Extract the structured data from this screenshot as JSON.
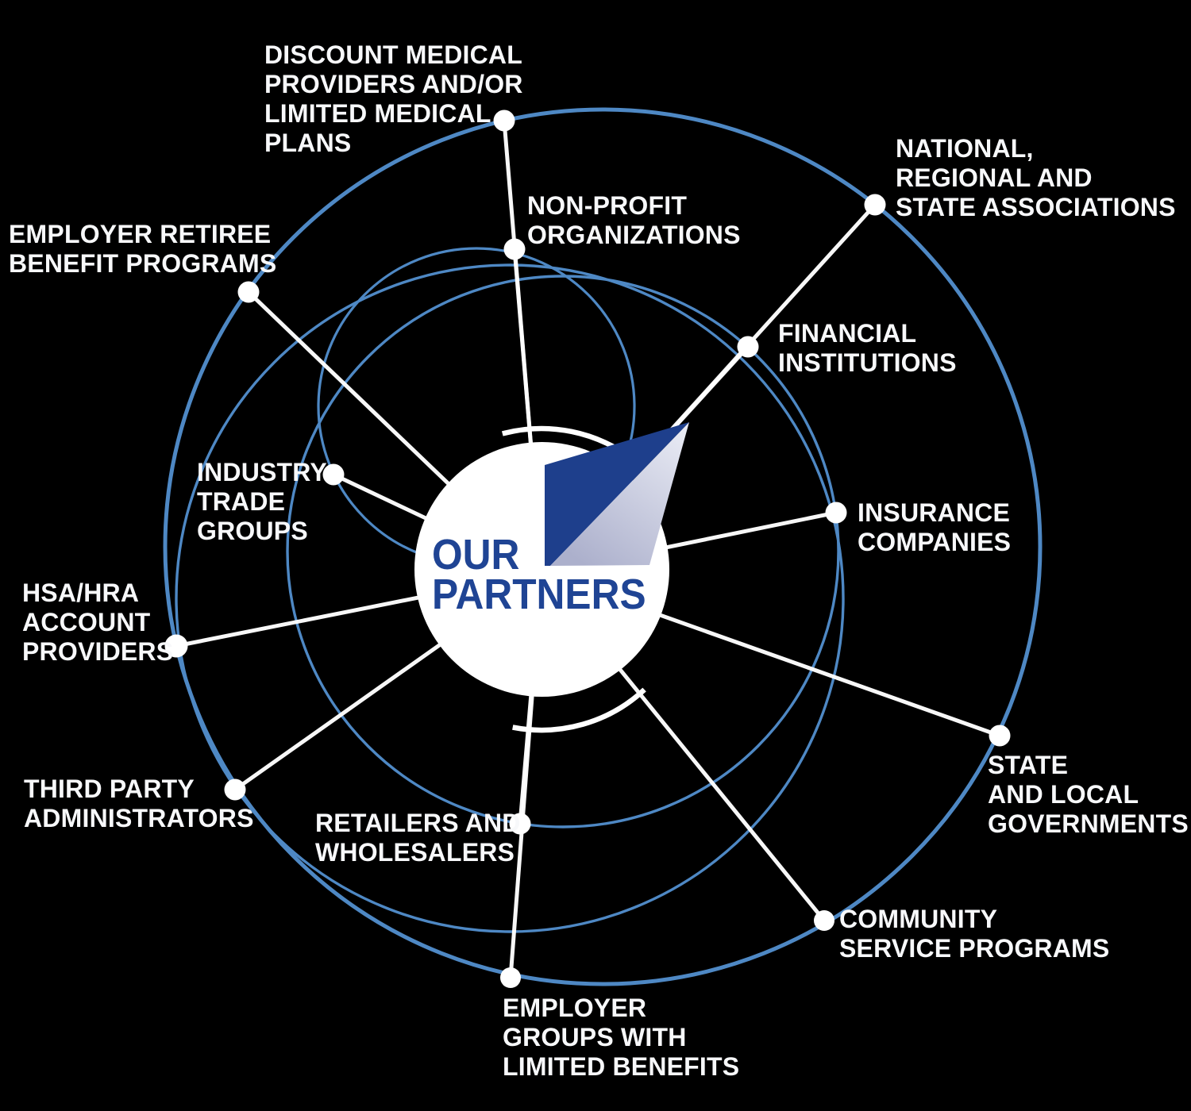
{
  "logo": {
    "title": "OUR\nPARTNERS",
    "icon": "sail-icon"
  },
  "colors": {
    "background": "#000000",
    "orbit_blue": "#4E88C4",
    "navy_sail": "#1E3F8C",
    "navy_text": "#1F4494",
    "label_white": "#F7F8FA",
    "node_white": "#FFFFFF"
  },
  "partners": [
    {
      "id": "discount-medical-providers",
      "label": "DISCOUNT MEDICAL\nPROVIDERS AND/OR\nLIMITED MEDICAL\nPLANS"
    },
    {
      "id": "non-profit-organizations",
      "label": "NON-PROFIT\nORGANIZATIONS"
    },
    {
      "id": "national-regional-state-associations",
      "label": "NATIONAL,\nREGIONAL AND\nSTATE ASSOCIATIONS"
    },
    {
      "id": "employer-retiree-benefit-programs",
      "label": "EMPLOYER RETIREE\nBENEFIT PROGRAMS"
    },
    {
      "id": "financial-institutions",
      "label": "FINANCIAL\nINSTITUTIONS"
    },
    {
      "id": "industry-trade-groups",
      "label": "INDUSTRY\nTRADE\nGROUPS"
    },
    {
      "id": "insurance-companies",
      "label": "INSURANCE\nCOMPANIES"
    },
    {
      "id": "hsa-hra-account-providers",
      "label": "HSA/HRA\nACCOUNT\nPROVIDERS"
    },
    {
      "id": "state-local-governments",
      "label": "STATE\nAND LOCAL\nGOVERNMENTS"
    },
    {
      "id": "third-party-administrators",
      "label": "THIRD PARTY\nADMINISTRATORS"
    },
    {
      "id": "retailers-wholesalers",
      "label": "RETAILERS AND\nWHOLESALERS"
    },
    {
      "id": "community-service-programs",
      "label": "COMMUNITY\nSERVICE PROGRAMS"
    },
    {
      "id": "employer-groups-limited-benefits",
      "label": "EMPLOYER\nGROUPS WITH\nLIMITED BENEFITS"
    }
  ]
}
